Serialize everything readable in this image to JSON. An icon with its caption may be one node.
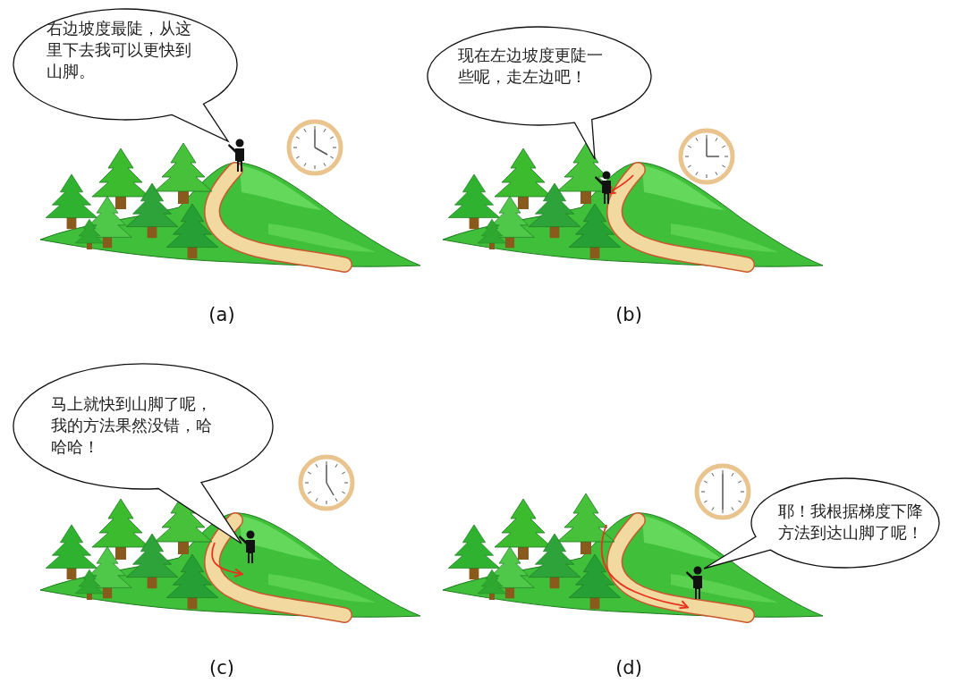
{
  "diagram": {
    "nodes": [
      {
        "text": [
          "右边坡度最陡，从这里下去我可以更快到山脚。"
        ]
      },
      {
        "text": [
          "现在左边坡度更陡一些呢，走左边吧！"
        ]
      },
      {
        "text": [
          "马上就快到山脚了呢，我的方法果然没错，哈哈哈！"
        ]
      },
      {
        "text": [
          "耶！我根据梯度下降方法到达山脚了呢！"
        ]
      }
    ],
    "labels": [
      "(a)",
      "(b)",
      "(c)",
      "(d)"
    ]
  }
}
